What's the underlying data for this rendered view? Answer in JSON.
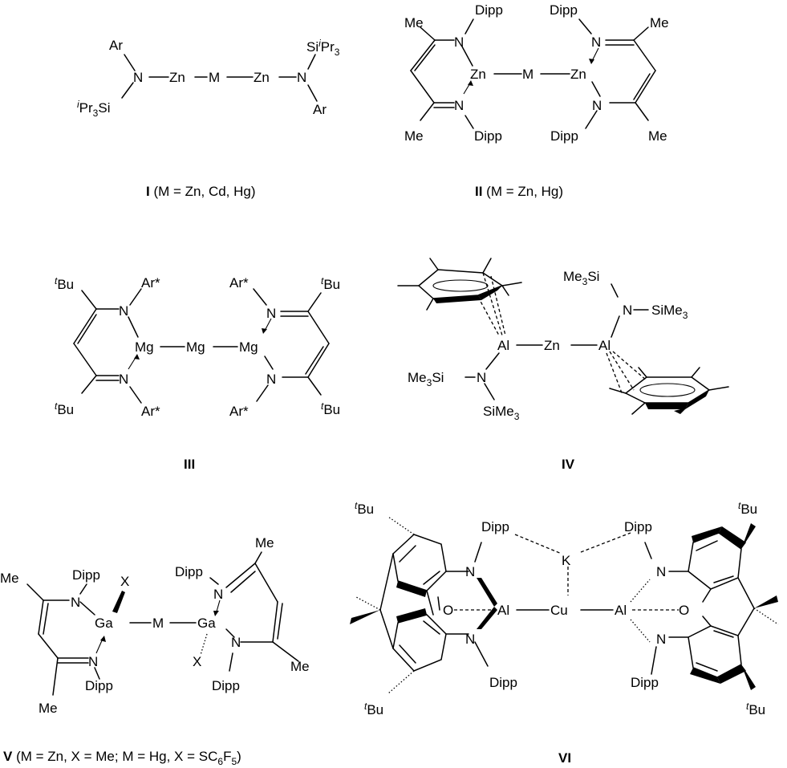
{
  "captions": {
    "I": {
      "num": "I",
      "rest": " (M = Zn, Cd, Hg)"
    },
    "II": {
      "num": "II",
      "rest": " (M = Zn, Hg)"
    },
    "III": {
      "num": "III"
    },
    "IV": {
      "num": "IV"
    },
    "V": {
      "num": "V",
      "rest1": " (M = Zn, X = Me; M = Hg, X = SC",
      "sub": "6",
      "rest2": "F",
      "sub2": "5",
      "rest3": ")"
    },
    "VI": {
      "num": "VI"
    }
  },
  "atoms": {
    "Ar": "Ar",
    "Ar_star": "Ar*",
    "N": "N",
    "Zn": "Zn",
    "M": "M",
    "Si": "Si",
    "iPr_i": "i",
    "Pr3": "Pr",
    "three": "3",
    "Dipp": "Dipp",
    "Me": "Me",
    "Mg": "Mg",
    "tBu_t": "t",
    "Bu": "Bu",
    "Al": "Al",
    "Me3Si": "Me",
    "SiMe3": "SiMe",
    "Ga": "Ga",
    "X": "X",
    "O": "O",
    "Cu": "Cu",
    "K": "K"
  }
}
